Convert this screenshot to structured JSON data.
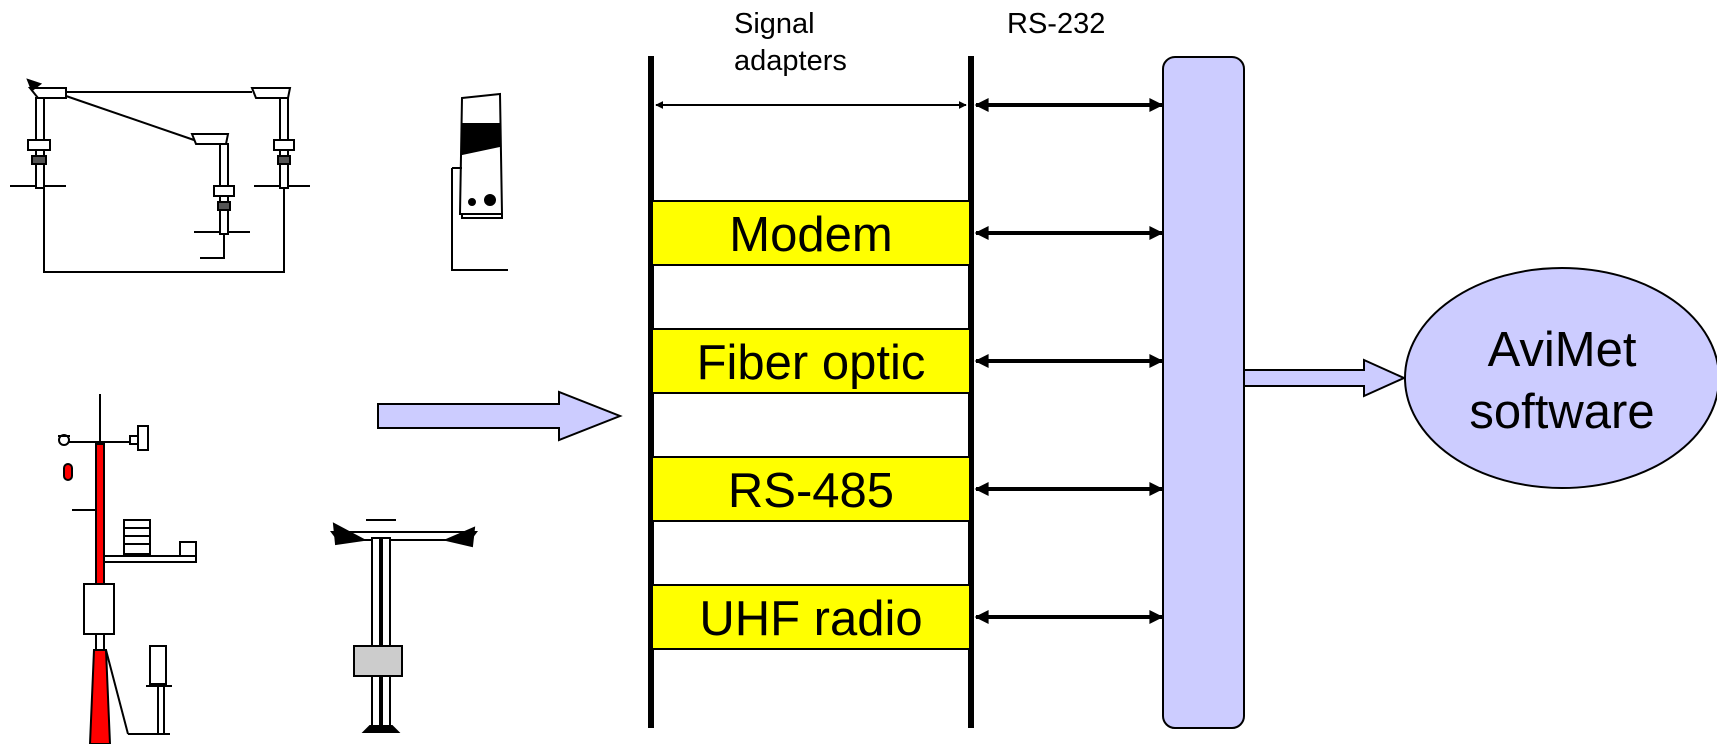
{
  "labels": {
    "signal_adapters_line1": "Signal",
    "signal_adapters_line2": "adapters",
    "rs232": "RS-232"
  },
  "adapters": [
    {
      "label": "Modem"
    },
    {
      "label": "Fiber optic"
    },
    {
      "label": "RS-485"
    },
    {
      "label": "UHF radio"
    }
  ],
  "software": {
    "line1": "AviMet",
    "line2": "software"
  },
  "colors": {
    "adapter_fill": "#ffff00",
    "hub_fill": "#ccccff",
    "arrow_fill": "#ccccff",
    "mast_red": "#ff0000"
  }
}
